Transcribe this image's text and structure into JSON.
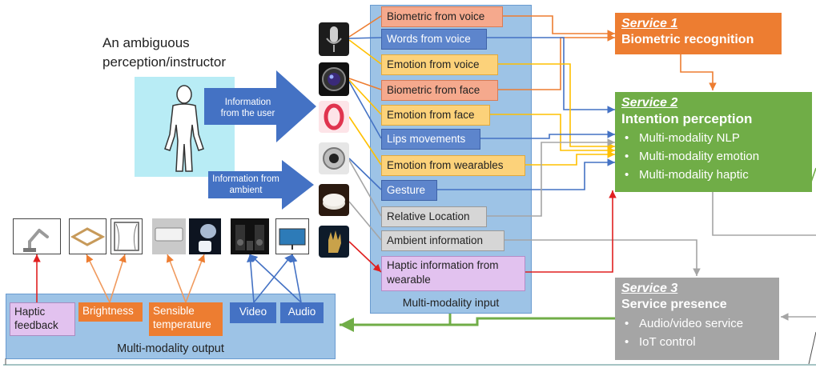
{
  "headline": [
    "An ambiguous",
    "perception/instructor"
  ],
  "user_arrow_label": [
    "Information",
    "from the user"
  ],
  "ambient_arrow_label": [
    "Information from",
    "ambient"
  ],
  "input_items": [
    {
      "label": "Biometric from voice",
      "color": "#f5a98d"
    },
    {
      "label": "Words from voice",
      "color": "#5d85cc"
    },
    {
      "label": "Emotion from voice",
      "color": "#fcd27a"
    },
    {
      "label": "Biometric from face",
      "color": "#f5a98d"
    },
    {
      "label": "Emotion from face",
      "color": "#fcd27a"
    },
    {
      "label": "Lips movements",
      "color": "#5d85cc"
    },
    {
      "label": "Emotion from wearables",
      "color": "#fcd27a"
    },
    {
      "label": "Gesture",
      "color": "#5d85cc"
    },
    {
      "label": "Relative Location",
      "color": "#d6d6d6"
    },
    {
      "label": "Ambient information",
      "color": "#d6d6d6"
    },
    {
      "label": "Haptic information from wearable",
      "color": "#e2c2ef"
    }
  ],
  "input_panel_label": "Multi-modality input",
  "output_panel_label": "Multi-modality output",
  "output_items": {
    "haptic": "Haptic feedback",
    "brightness": "Brightness",
    "temperature": "Sensible temperature",
    "video": "Video",
    "audio": "Audio"
  },
  "services": {
    "s1": {
      "title": "Service 1",
      "heading": "Biometric recognition",
      "color": "#ed7d31"
    },
    "s2": {
      "title": "Service 2",
      "heading": "Intention perception",
      "color": "#70ad47",
      "bullets": [
        "Multi-modality NLP",
        "Multi-modality emotion",
        "Multi-modality haptic"
      ]
    },
    "s3": {
      "title": "Service 3",
      "heading": "Service presence",
      "color": "#a5a5a5",
      "bullets": [
        "Audio/video service",
        "IoT control"
      ]
    }
  },
  "icons": [
    "microphone-icon",
    "camera-lens-icon",
    "wristband-icon",
    "webcam-icon",
    "speaker-puck-icon",
    "haptic-glove-icon"
  ],
  "colors": {
    "blue_panel": "#9dc3e6",
    "user_panel": "#b8ecf5",
    "orange_line": "#ed7d31",
    "yellow_line": "#ffc000",
    "blue_line": "#4472c4",
    "gray_line": "#a5a5a5",
    "red_line": "#e02020",
    "green_line": "#70ad47"
  }
}
